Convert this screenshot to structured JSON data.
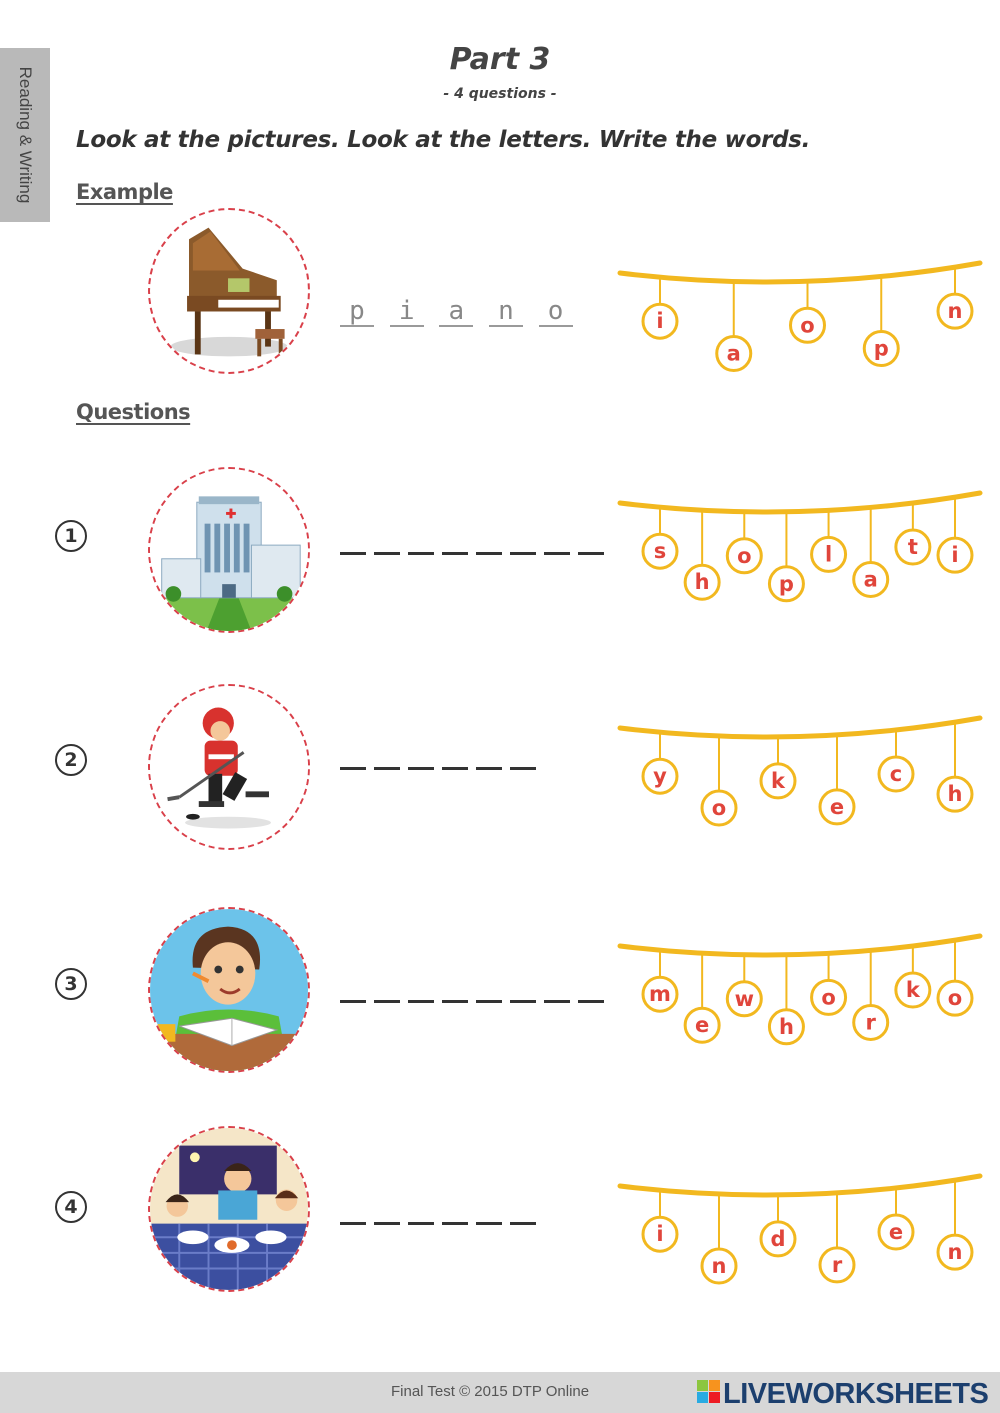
{
  "side_tab": "Reading & Writing",
  "header": {
    "title": "Part 3",
    "subtitle": "- 4 questions -"
  },
  "instruction": "Look at the pictures. Look at the letters. Write the words.",
  "example": {
    "heading": "Example",
    "picture": "piano",
    "answer": [
      "p",
      "i",
      "a",
      "n",
      "o"
    ],
    "letters": [
      "i",
      "a",
      "o",
      "p",
      "n"
    ]
  },
  "questions_heading": "Questions",
  "questions": [
    {
      "number": "1",
      "picture": "hospital",
      "blanks": 8,
      "letters": [
        "s",
        "h",
        "o",
        "p",
        "l",
        "a",
        "t",
        "i"
      ]
    },
    {
      "number": "2",
      "picture": "hockey player",
      "blanks": 6,
      "letters": [
        "y",
        "o",
        "k",
        "e",
        "c",
        "h"
      ]
    },
    {
      "number": "3",
      "picture": "boy doing homework",
      "blanks": 8,
      "letters": [
        "m",
        "e",
        "w",
        "h",
        "o",
        "r",
        "k",
        "o"
      ]
    },
    {
      "number": "4",
      "picture": "family dinner",
      "blanks": 6,
      "letters": [
        "i",
        "n",
        "d",
        "r",
        "e",
        "n"
      ]
    }
  ],
  "footer": {
    "copyright": "Final Test © 2015 DTP Online",
    "brand": "LIVEWORKSHEETS"
  },
  "colors": {
    "garland": "#f2b81f",
    "letter": "#e0453b",
    "dash_border": "#d9404a",
    "tab": "#b9b9b9"
  }
}
